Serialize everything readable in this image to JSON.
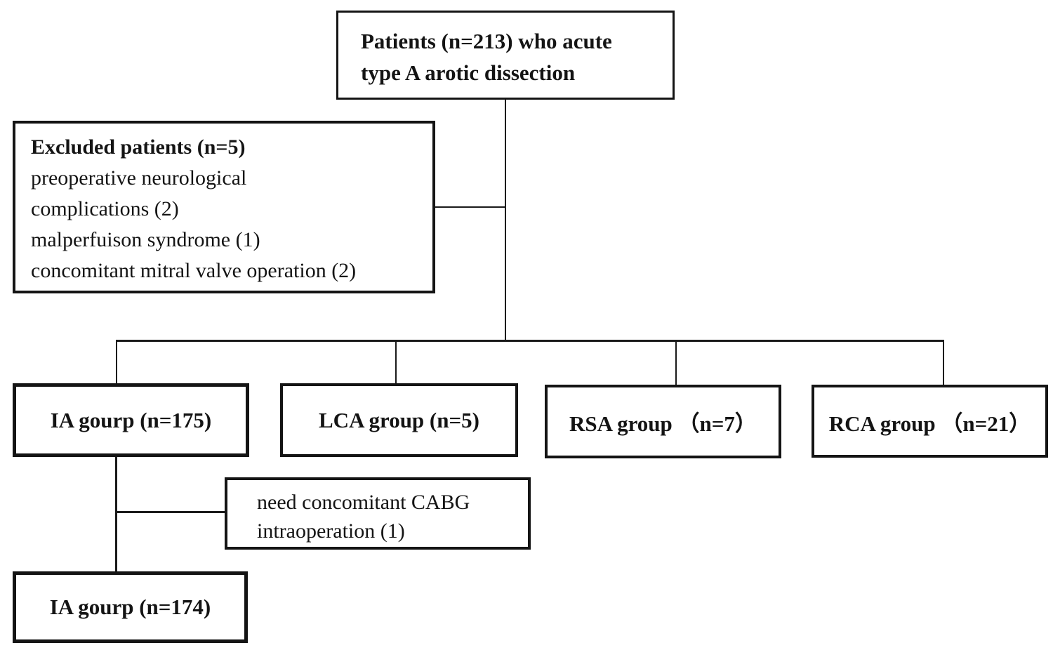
{
  "flowchart": {
    "top": {
      "line1": "Patients (n=213) who acute",
      "line2": "type A arotic dissection"
    },
    "excluded": {
      "header": "Excluded patients (n=5)",
      "lines": [
        "preoperative neurological",
        "complications (2)",
        "malperfuison syndrome (1)",
        "concomitant mitral valve operation (2)"
      ]
    },
    "groups": [
      {
        "label": "IA gourp (n=175)"
      },
      {
        "label": "LCA group (n=5)"
      },
      {
        "label": "RSA group （n=7）"
      },
      {
        "label": "RCA group （n=21）"
      }
    ],
    "cabg": {
      "line1": "need concomitant CABG",
      "line2": "intraoperation (1)"
    },
    "final": {
      "label": "IA gourp (n=174)"
    },
    "colors": {
      "line": "#1a1a1a",
      "border": "#141414",
      "text": "#141414",
      "background": "#ffffff"
    }
  }
}
